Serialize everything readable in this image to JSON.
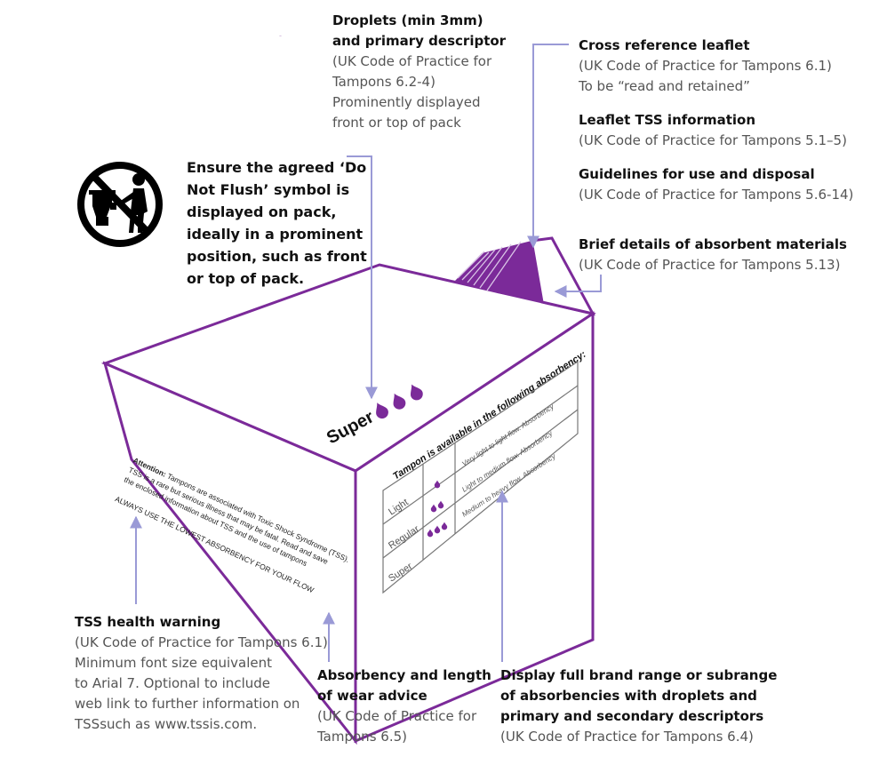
{
  "colors": {
    "purple": "#7b2a99",
    "purple_dark": "#6a1f86",
    "arrow": "#9a9ad6",
    "title_text": "#111111",
    "body_text": "#555555"
  },
  "icon": {
    "name": "no-flush-icon"
  },
  "callouts": {
    "droplets": {
      "title": [
        "Droplets (min 3mm)",
        "and primary descriptor"
      ],
      "body": [
        "(UK Code of Practice for",
        "Tampons 6.2-4)",
        "Prominently displayed",
        "front or top of pack"
      ]
    },
    "leaflet": {
      "title": [
        "Cross reference leaflet"
      ],
      "body": [
        "(UK Code of Practice for Tampons 6.1)",
        "To be “read and retained”"
      ]
    },
    "tss_info": {
      "title": [
        "Leaflet TSS information"
      ],
      "body": [
        "(UK Code of Practice for Tampons 5.1–5)"
      ]
    },
    "guidelines": {
      "title": [
        "Guidelines for use and disposal"
      ],
      "body": [
        "(UK Code of Practice for Tampons 5.6-14)"
      ]
    },
    "materials": {
      "title": [
        "Brief details of absorbent materials"
      ],
      "body": [
        "(UK Code of Practice for Tampons 5.13)"
      ]
    },
    "flush": {
      "title": [
        "Ensure the agreed ‘Do",
        "Not Flush’ symbol is",
        "displayed on pack,",
        "ideally in a prominent",
        "position, such as front",
        "or top of pack."
      ],
      "body": []
    },
    "tss_warning": {
      "title": [
        "TSS health warning"
      ],
      "body": [
        "(UK Code of Practice for Tampons 6.1)",
        "Minimum font size equivalent",
        "to Arial 7. Optional to include",
        "web link to further information on",
        "TSSsuch as www.tssis.com."
      ]
    },
    "absorbency_advice": {
      "title": [
        "Absorbency and length",
        "of wear advice"
      ],
      "body": [
        "(UK Code of Practice for",
        "Tampons 6.5)"
      ]
    },
    "brand_range": {
      "title": [
        "Display full brand range or subrange",
        "of absorbencies with droplets and",
        "primary and secondary descriptors"
      ],
      "body": [
        "(UK Code of Practice for Tampons 6.4)"
      ]
    }
  },
  "pack": {
    "top_label": "Super",
    "top_droplets": 3,
    "left_face": {
      "attention_label": "Attention:",
      "warning_lines": [
        "Tampons are associated with Toxic Shock Syndrome (TSS).",
        "TSS is a rare but serious illness that may be fatal. Read and save",
        "the enclosed information about TSS and the use of tampons"
      ],
      "advice": "ALWAYS USE THE LOWEST ABSORBENCY FOR YOUR FLOW"
    },
    "table": {
      "heading": "Tampon is available in the following absorbency:",
      "rows": [
        {
          "name": "Light",
          "droplets": 1,
          "description": "Very light to light flow. Absorbency"
        },
        {
          "name": "Regular",
          "droplets": 2,
          "description": "Light to medium flow. Absorbency"
        },
        {
          "name": "Super",
          "droplets": 3,
          "description": "Medium to heavy flow. Absorbency"
        }
      ]
    }
  }
}
